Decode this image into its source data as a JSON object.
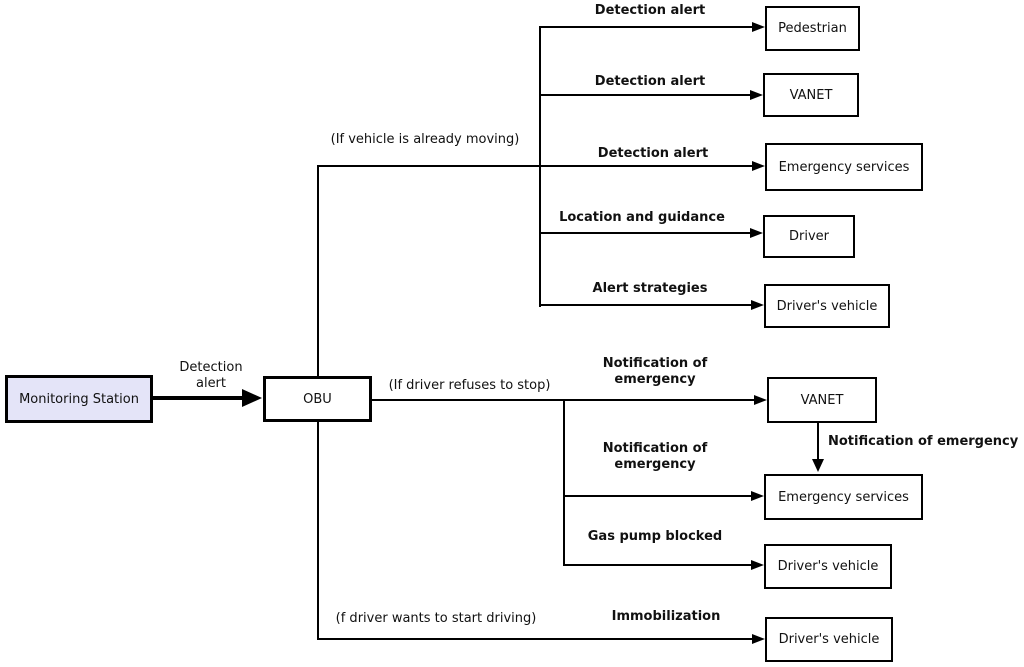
{
  "colors": {
    "line": "#000000",
    "node_fill": "#ffffff",
    "monitoring_station_fill": "#e4e4f8",
    "text": "#111111"
  },
  "nodes": {
    "monitoring_station": "Monitoring Station",
    "obu": "OBU",
    "pedestrian": "Pedestrian",
    "vanet_top": "VANET",
    "emergency_services_top": "Emergency services",
    "driver": "Driver",
    "drivers_vehicle_alert": "Driver's vehicle",
    "vanet_mid": "VANET",
    "emergency_services_mid": "Emergency services",
    "drivers_vehicle_gas": "Driver's vehicle",
    "drivers_vehicle_immob": "Driver's vehicle"
  },
  "labels": {
    "detection_alert_main_l1": "Detection",
    "detection_alert_main_l2": "alert",
    "cond_vehicle_moving": "(If vehicle is already moving)",
    "detection_alert_pedestrian": "Detection alert",
    "detection_alert_vanet": "Detection alert",
    "detection_alert_emergency": "Detection alert",
    "location_and_guidance": "Location and guidance",
    "alert_strategies": "Alert strategies",
    "cond_driver_refuses": "(If driver refuses to stop)",
    "notif_vanet_l1": "Notification of",
    "notif_vanet_l2": "emergency",
    "notif_es_l1": "Notification of",
    "notif_es_l2": "emergency",
    "notification_of_emergency": "Notification of emergency",
    "gas_pump_blocked": "Gas pump blocked",
    "cond_start_driving": "(f driver wants to start driving)",
    "immobilization": "Immobilization"
  }
}
